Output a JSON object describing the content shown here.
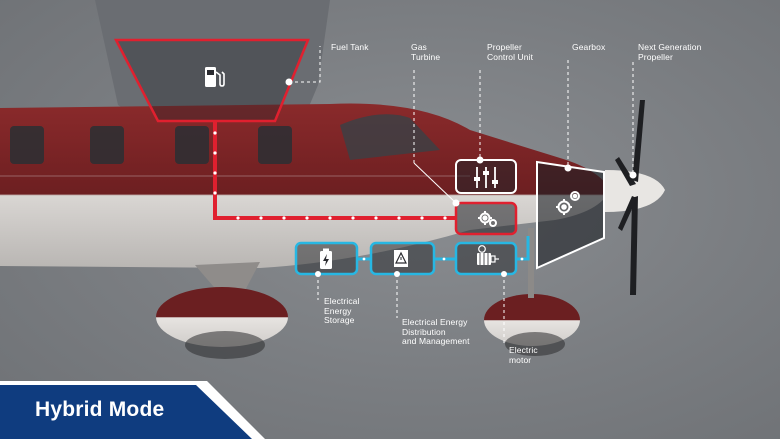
{
  "labels": {
    "fuel_tank": "Fuel Tank",
    "gas_turbine": "Gas\nTurbine",
    "propeller_control_unit": "Propeller\nControl Unit",
    "gearbox": "Gearbox",
    "next_gen_propeller": "Next Generation\nPropeller",
    "electrical_energy_storage": "Electrical\nEnergy\nStorage",
    "electrical_energy_distribution": "Electrical Energy\nDistribution\nand Management",
    "electric_motor": "Electric\nmotor"
  },
  "mode_banner": {
    "text": "Hybrid Mode"
  },
  "colors": {
    "fuel_path": "#e0202f",
    "electric_path": "#27b7e3",
    "banner": "#0f3c7f",
    "fuselage_top": "#7c2426",
    "fuselage_bottom": "#e9e6e3"
  },
  "icons": [
    "fuel-pump-icon",
    "sliders-icon",
    "engine-gear-icon",
    "gears-icon",
    "battery-icon",
    "warning-box-icon",
    "motor-icon"
  ]
}
